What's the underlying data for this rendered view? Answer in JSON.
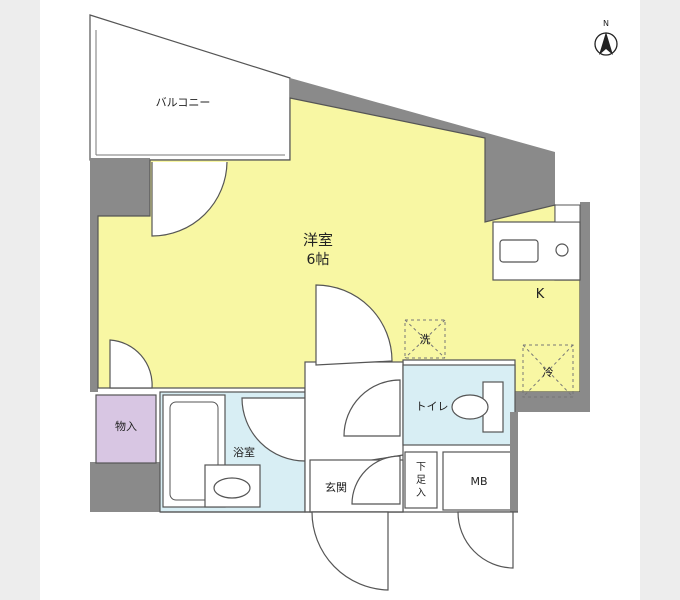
{
  "compass": {
    "label": "N"
  },
  "rooms": {
    "balcony": "バルコニー",
    "western_room": "洋室",
    "western_room_size": "6帖",
    "kitchen": "K",
    "washer": "洗",
    "fridge": "冷",
    "storage": "物入",
    "toilet": "トイレ",
    "bathroom": "浴室",
    "entrance": "玄関",
    "shoe_box": [
      "下",
      "足",
      "入"
    ],
    "meter_box": "MB"
  },
  "colors": {
    "background": "#ededed",
    "paper": "#ffffff",
    "wall": "#8a8a8a",
    "western_room": "#f8f7a3",
    "wet_area": "#d8eef4",
    "storage": "#d8c6e3"
  }
}
